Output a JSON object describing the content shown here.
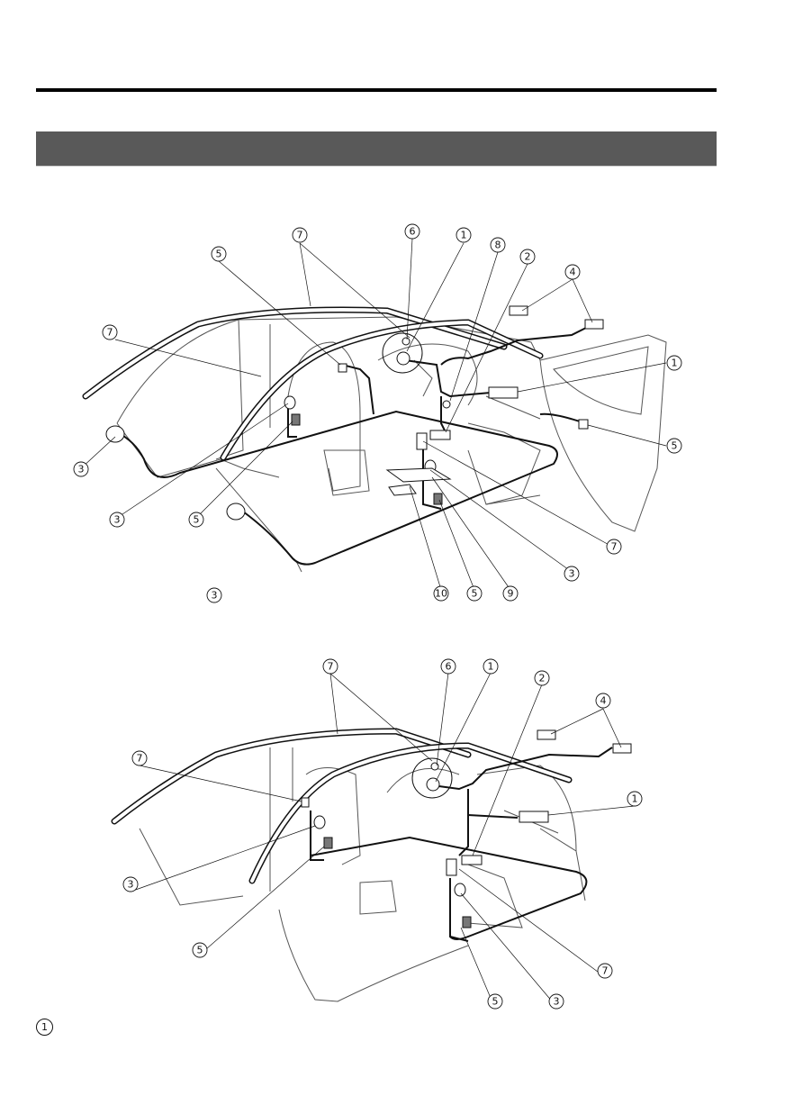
{
  "diagram_top": {
    "callouts": [
      {
        "id": "t-7a",
        "label": "7"
      },
      {
        "id": "t-6",
        "label": "6"
      },
      {
        "id": "t-1a",
        "label": "1"
      },
      {
        "id": "t-8",
        "label": "8"
      },
      {
        "id": "t-2",
        "label": "2"
      },
      {
        "id": "t-5a",
        "label": "5"
      },
      {
        "id": "t-4",
        "label": "4"
      },
      {
        "id": "t-7b",
        "label": "7"
      },
      {
        "id": "t-1b",
        "label": "1"
      },
      {
        "id": "t-3a",
        "label": "3"
      },
      {
        "id": "t-5b",
        "label": "5"
      },
      {
        "id": "t-3b",
        "label": "3"
      },
      {
        "id": "t-5c",
        "label": "5"
      },
      {
        "id": "t-7c",
        "label": "7"
      },
      {
        "id": "t-3c",
        "label": "3"
      },
      {
        "id": "t-3d",
        "label": "3"
      },
      {
        "id": "t-10",
        "label": "10"
      },
      {
        "id": "t-5d",
        "label": "5"
      },
      {
        "id": "t-9",
        "label": "9"
      }
    ]
  },
  "diagram_bottom": {
    "callouts": [
      {
        "id": "b-7a",
        "label": "7"
      },
      {
        "id": "b-6",
        "label": "6"
      },
      {
        "id": "b-1a",
        "label": "1"
      },
      {
        "id": "b-2",
        "label": "2"
      },
      {
        "id": "b-4",
        "label": "4"
      },
      {
        "id": "b-7b",
        "label": "7"
      },
      {
        "id": "b-1b",
        "label": "1"
      },
      {
        "id": "b-3a",
        "label": "3"
      },
      {
        "id": "b-5a",
        "label": "5"
      },
      {
        "id": "b-7c",
        "label": "7"
      },
      {
        "id": "b-5b",
        "label": "5"
      },
      {
        "id": "b-3b",
        "label": "3"
      }
    ]
  },
  "footer": {
    "marker": "1"
  }
}
